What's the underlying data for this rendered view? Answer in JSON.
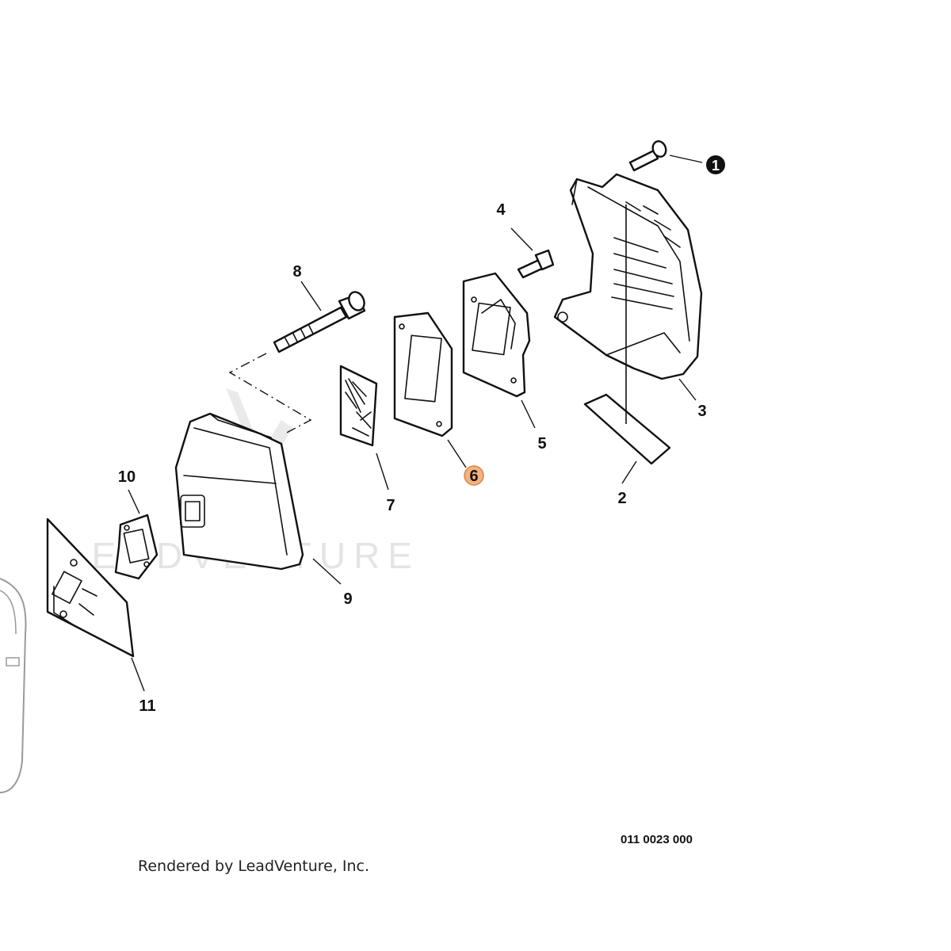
{
  "callouts": [
    {
      "id": "1",
      "highlighted": false,
      "filled": true
    },
    {
      "id": "2",
      "highlighted": false
    },
    {
      "id": "3",
      "highlighted": false
    },
    {
      "id": "4",
      "highlighted": false
    },
    {
      "id": "5",
      "highlighted": false
    },
    {
      "id": "6",
      "highlighted": true
    },
    {
      "id": "7",
      "highlighted": false
    },
    {
      "id": "8",
      "highlighted": false
    },
    {
      "id": "9",
      "highlighted": false
    },
    {
      "id": "10",
      "highlighted": false
    },
    {
      "id": "11",
      "highlighted": false
    }
  ],
  "watermark": "LEADVENTURE",
  "diagram_code": "011 0023 000",
  "credit": "Rendered by LeadVenture, Inc.",
  "colors": {
    "highlight": "#f3b27e",
    "line": "#111111"
  }
}
